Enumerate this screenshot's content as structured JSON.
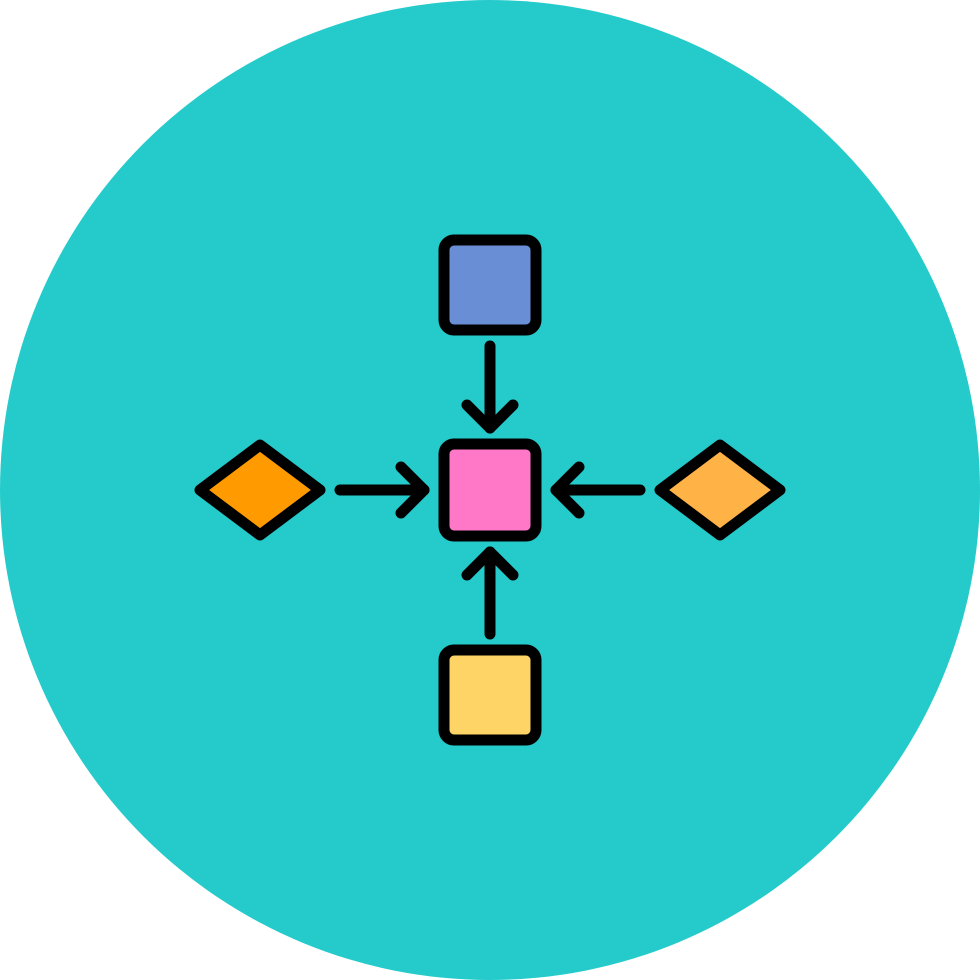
{
  "icon": {
    "name": "workflow-convergence-icon",
    "colors": {
      "background": "#25CBCB",
      "stroke": "#000000",
      "top_node": "#6A8ED6",
      "center_node": "#FF78C8",
      "bottom_node": "#FFD466",
      "left_diamond": "#FF9A00",
      "right_diamond": "#FFB347"
    },
    "nodes": [
      {
        "id": "top",
        "shape": "square"
      },
      {
        "id": "center",
        "shape": "square"
      },
      {
        "id": "bottom",
        "shape": "square"
      },
      {
        "id": "left",
        "shape": "diamond"
      },
      {
        "id": "right",
        "shape": "diamond"
      }
    ],
    "edges": [
      {
        "from": "top",
        "to": "center"
      },
      {
        "from": "bottom",
        "to": "center"
      },
      {
        "from": "left",
        "to": "center"
      },
      {
        "from": "right",
        "to": "center"
      }
    ]
  }
}
